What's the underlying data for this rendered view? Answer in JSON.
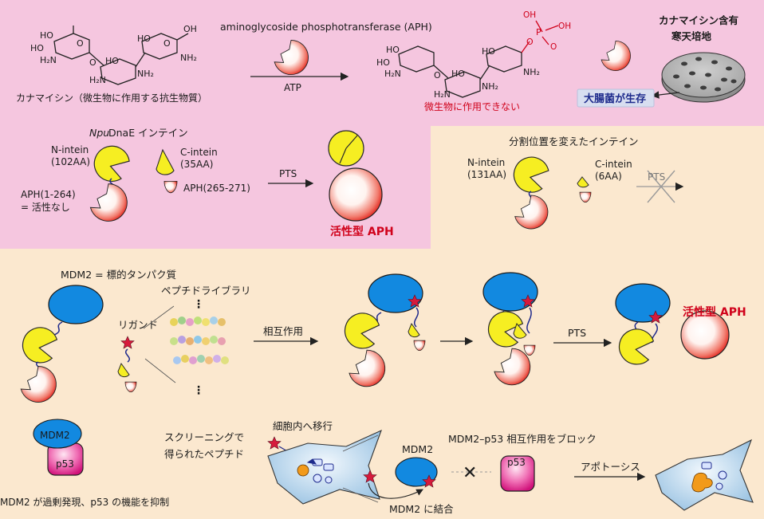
{
  "colors": {
    "pink_panel": "#f5c6df",
    "peach_panel": "#fbe8cf",
    "intein_yellow": "#f6ee22",
    "mdm2_blue": "#1289e0",
    "aph_red": "#e8352a",
    "p53_magenta": "#e0218a",
    "emphasis_red": "#d0021b",
    "star_red": "#d61a3c"
  },
  "top": {
    "kanamycin_label": "カナマイシン（微生物に作用する抗生物質）",
    "enzyme_label": "aminoglycoside phosphotransferase (APH)",
    "atp_label": "ATP",
    "inactive_label": "微生物に作用できない",
    "plate_label_line1": "カナマイシン含有",
    "plate_label_line2": "寒天培地",
    "survive_label": "大腸菌が生存"
  },
  "chem": {
    "oh": "HO",
    "oh_r": "OH",
    "h2n": "H₂N",
    "nh2": "NH₂",
    "o": "O",
    "p": "P"
  },
  "npu": {
    "title_italic": "Npu",
    "title_rest": " DnaE インテイン",
    "n_intein_line1": "N-intein",
    "n_intein_line2": "(102AA)",
    "c_intein_line1": "C-intein",
    "c_intein_line2": "(35AA)",
    "aph_n_line1": "APH(1-264)",
    "aph_n_line2": "= 活性なし",
    "aph_c": "APH(265-271)",
    "pts": "PTS",
    "active_aph": "活性型 APH"
  },
  "split": {
    "title": "分割位置を変えたインテイン",
    "n_intein_line1": "N-intein",
    "n_intein_line2": "(131AA)",
    "c_intein_line1": "C-intein",
    "c_intein_line2": "(6AA)",
    "pts": "PTS"
  },
  "mdm2_section": {
    "mdm2_label": "MDM2 = 標的タンパク質",
    "library_label": "ペプチドライブラリ",
    "ligand_label": "リガンド",
    "interaction_label": "相互作用",
    "pts": "PTS",
    "active_aph": "活性型 APH"
  },
  "bottom": {
    "mdm2": "MDM2",
    "p53": "p53",
    "overexpression_label": "MDM2 が過剰発現、p53 の機能を抑制",
    "screening_line1": "スクリーニングで",
    "screening_line2": "得られたペプチド",
    "cell_entry_label": "細胞内へ移行",
    "bind_label": "MDM2 に結合",
    "block_label": "MDM2–p53 相互作用をブロック",
    "apoptosis_label": "アポトーシス"
  }
}
